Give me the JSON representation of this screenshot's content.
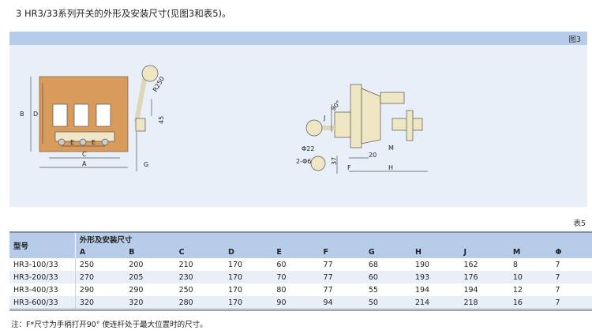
{
  "heading": "3 HR3/33系列开关的外形及安装尺寸(见图3和表5)。",
  "figure": {
    "label": "图3",
    "front_labels": {
      "A": "A",
      "B": "B",
      "C": "C",
      "D": "D",
      "E1": "E",
      "E2": "E",
      "G": "G",
      "R": "R250",
      "h45": "45"
    },
    "side_labels": {
      "J": "J",
      "angle": "90°",
      "phi22": "Φ22",
      "phi6": "2-Φ6",
      "d37": "37",
      "d20": "20",
      "F": "F",
      "H": "H",
      "M": "M"
    }
  },
  "table": {
    "label": "表5",
    "model_header": "型号",
    "group_header": "外形及安装尺寸",
    "columns": [
      "A",
      "B",
      "C",
      "D",
      "E",
      "F",
      "G",
      "H",
      "J",
      "M",
      "Φ"
    ],
    "rows": [
      [
        "HR3-100/33",
        "250",
        "200",
        "210",
        "170",
        "60",
        "77",
        "68",
        "190",
        "162",
        "8",
        "7"
      ],
      [
        "HR3-200/33",
        "270",
        "205",
        "230",
        "170",
        "70",
        "77",
        "60",
        "193",
        "176",
        "10",
        "7"
      ],
      [
        "HR3-400/33",
        "290",
        "290",
        "250",
        "170",
        "80",
        "77",
        "55",
        "194",
        "194",
        "12",
        "7"
      ],
      [
        "HR3-600/33",
        "320",
        "320",
        "280",
        "170",
        "90",
        "94",
        "50",
        "214",
        "218",
        "16",
        "7"
      ]
    ]
  },
  "note": "注：F*尺寸为手柄打开90° 使连杆处于最大位置时的尺寸。"
}
